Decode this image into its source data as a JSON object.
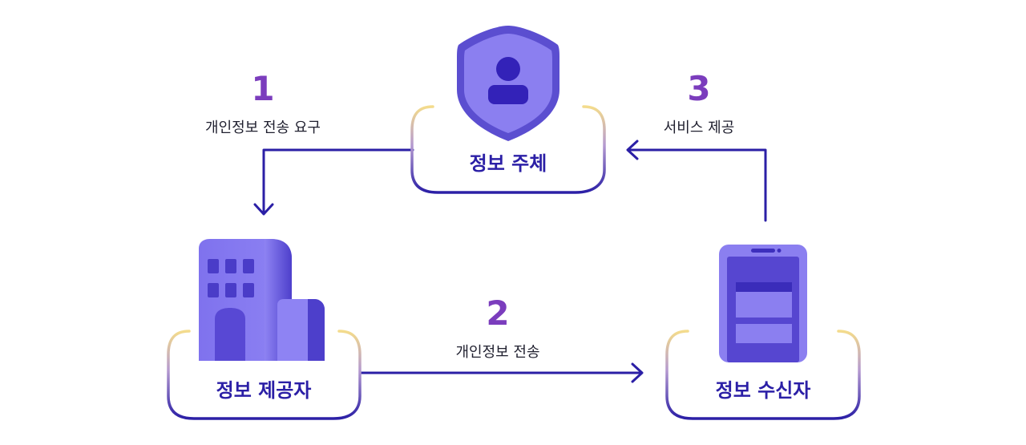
{
  "nodes": {
    "subject": {
      "label": "정보 주체"
    },
    "provider": {
      "label": "정보 제공자"
    },
    "receiver": {
      "label": "정보 수신자"
    }
  },
  "steps": [
    {
      "number": "1",
      "text": "개인정보 전송 요구"
    },
    {
      "number": "2",
      "text": "개인정보 전송"
    },
    {
      "number": "3",
      "text": "서비스 제공"
    }
  ],
  "icons": {
    "subject": "shield-person-icon",
    "provider": "building-icon",
    "receiver": "smartphone-icon"
  },
  "colors": {
    "primary": "#2b1fa6",
    "icon_light": "#8b7ff0",
    "icon_dark": "#5b4ed0",
    "step_number": "#7b3dbd",
    "frame_gold": "#f1d98a"
  }
}
